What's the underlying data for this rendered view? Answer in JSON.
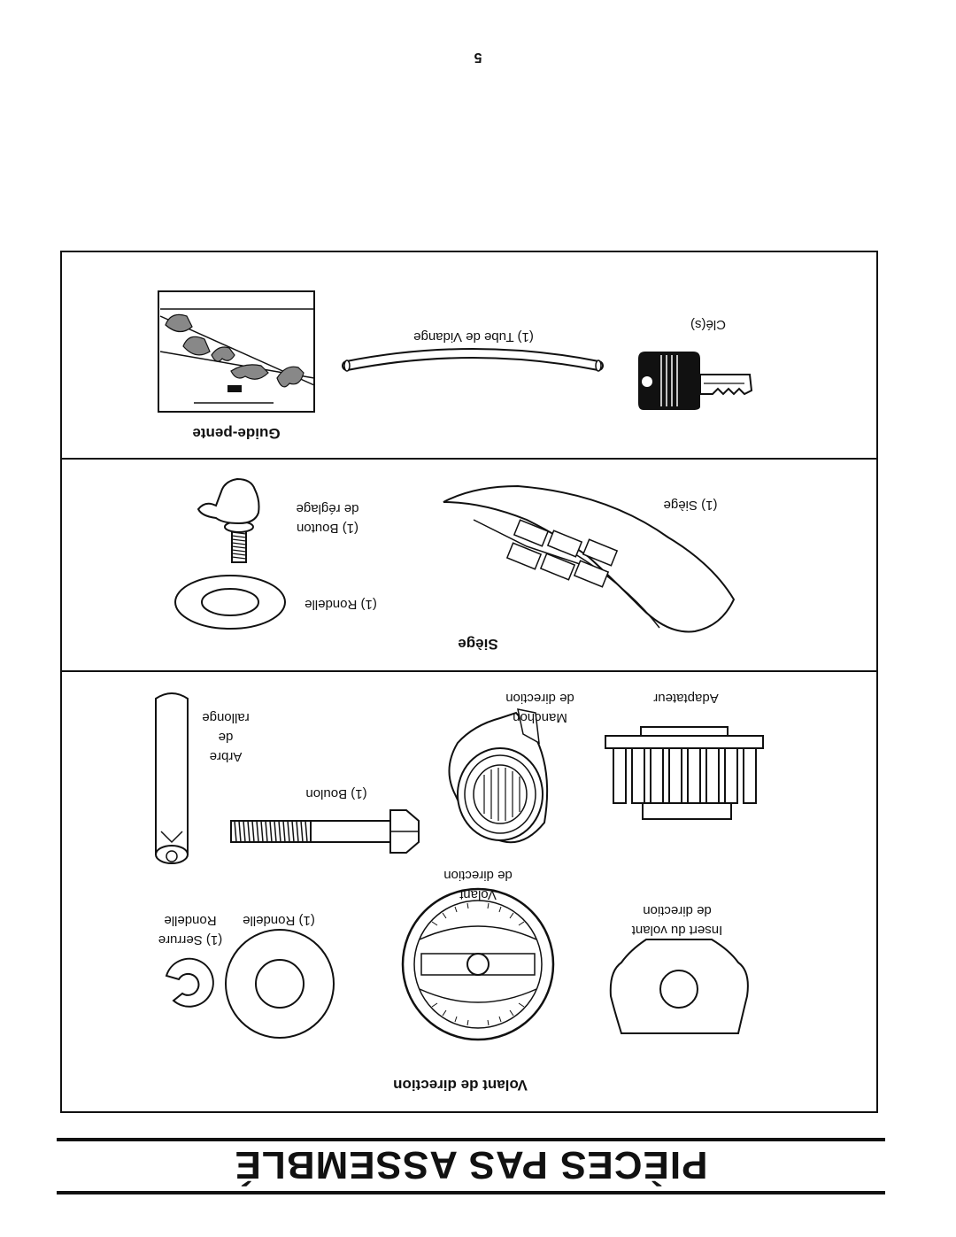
{
  "page_title": "PIÈCES PAS ASSEMBLÉ",
  "page_number": "5",
  "steering_section": {
    "title": "Volant de direction",
    "lock_washer": {
      "line1": "(1) Serrure",
      "line2": "Rondelle"
    },
    "washer": "(1) Rondelle",
    "wheel": {
      "line1": "Volant",
      "line2": "de direction"
    },
    "insert": {
      "line1": "Insert du volant",
      "line2": "de direction"
    },
    "extension_shaft": {
      "line1": "Arbre",
      "line2": "de",
      "line3": "rallonge"
    },
    "bolt": "(1) Boulon",
    "sleeve": {
      "line1": "Manchon",
      "line2": "de direction"
    },
    "adapter": "Adaptateur"
  },
  "seat_section": {
    "title": "Siège",
    "washer": "(1) Rondelle",
    "knob": {
      "line1": "(1) Bouton",
      "line2": "de réglage"
    },
    "seat": "(1) Siège"
  },
  "misc_section": {
    "guide_title": "Guide-pente",
    "tube": "(1) Tube de Vidange",
    "keys": "Clé(s)"
  }
}
